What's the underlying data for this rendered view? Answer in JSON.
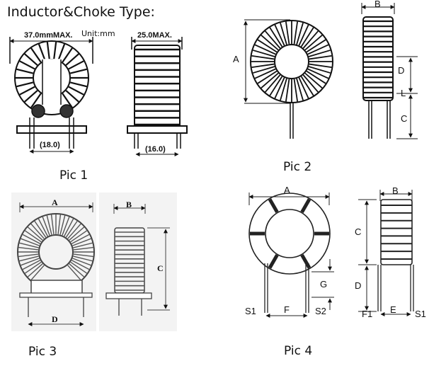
{
  "header": {
    "title": "Inductor&Choke Type:",
    "unit": "Unit:mm"
  },
  "pic1": {
    "caption": "Pic 1",
    "width_label": "37.0mmMAX.",
    "side_width_label": "25.0MAX.",
    "pin_front_label": "(18.0)",
    "pin_side_label": "(16.0)"
  },
  "pic2": {
    "caption": "Pic 2",
    "labels": {
      "a": "A",
      "b": "B",
      "d": "D",
      "c": "C",
      "l": "L"
    }
  },
  "pic3": {
    "caption": "Pic 3",
    "labels": {
      "a": "A",
      "b": "B",
      "c": "C",
      "d": "D"
    }
  },
  "pic4": {
    "caption": "Pic 4",
    "labels": {
      "a": "A",
      "b": "B",
      "c": "C",
      "d": "D",
      "e": "E",
      "f": "F",
      "f1": "F1",
      "g": "G",
      "s1": "S1",
      "s2": "S2",
      "s1b": "S1"
    }
  }
}
